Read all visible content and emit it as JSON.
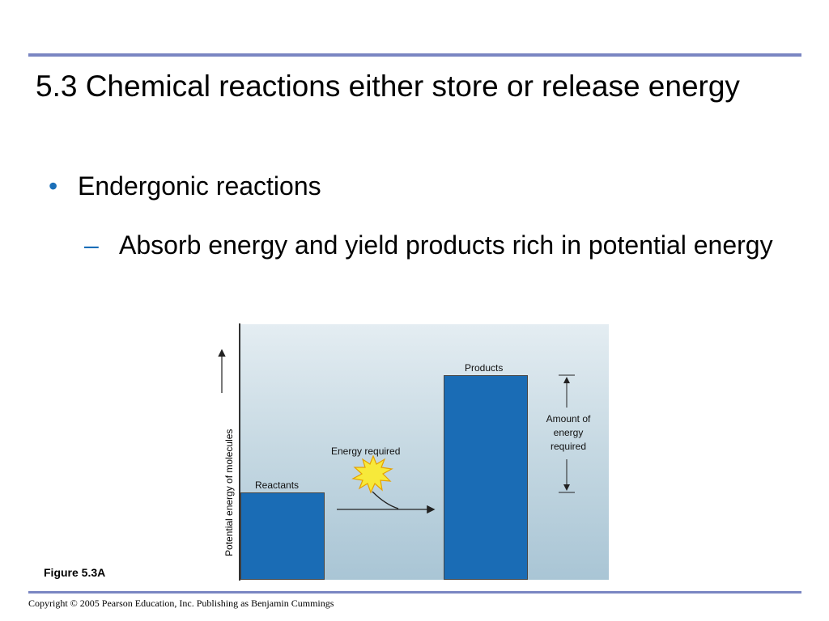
{
  "slide": {
    "title": "5.3 Chemical reactions either store or release energy",
    "bullets": [
      {
        "marker": "•",
        "text": "Endergonic reactions"
      },
      {
        "marker": "–",
        "text": "Absorb energy and yield products rich in potential energy"
      }
    ]
  },
  "figure": {
    "y_axis_label": "Potential energy of molecules",
    "reactants_label": "Reactants",
    "products_label": "Products",
    "energy_required_label": "Energy required",
    "amount_label": "Amount of energy required",
    "caption": "Figure 5.3A",
    "colors": {
      "bar": "#1a6cb5",
      "starburst": "#f7e93a"
    }
  },
  "footer": {
    "copyright": "Copyright © 2005 Pearson Education, Inc. Publishing as Benjamin Cummings"
  },
  "theme": {
    "rule_color": "#7a86c2",
    "bullet_color": "#1b6fb8"
  }
}
